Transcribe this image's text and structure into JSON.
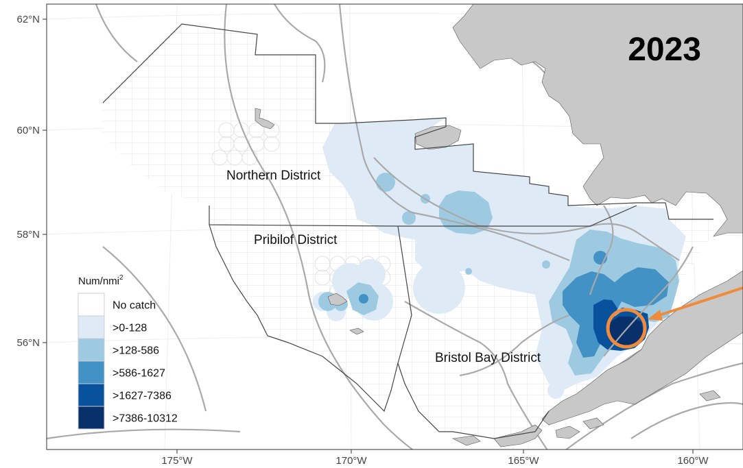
{
  "map": {
    "year": "2023",
    "lat_ticks": [
      "62°N",
      "60°N",
      "58°N",
      "56°N"
    ],
    "lon_ticks": [
      "175°W",
      "170°W",
      "165°W",
      "160°W"
    ],
    "districts": {
      "northern": "Northern District",
      "pribilof": "Pribilof District",
      "bristol": "Bristol Bay District"
    },
    "legend": {
      "title": "Num/nmi",
      "title_sup": "2",
      "items": [
        {
          "label": "No catch",
          "color": "#ffffff"
        },
        {
          "label": ">0-128",
          "color": "#deebf7"
        },
        {
          "label": ">128-586",
          "color": "#9ecae1"
        },
        {
          "label": ">586-1627",
          "color": "#4292c6"
        },
        {
          "label": ">1627-7386",
          "color": "#08519c"
        },
        {
          "label": ">7386-10312",
          "color": "#08306b"
        }
      ]
    },
    "colors": {
      "land": "#c8c8c8",
      "grid": "#d9d9d9",
      "contour": "#a8a8a8",
      "highlight": "#f08a3c"
    }
  }
}
